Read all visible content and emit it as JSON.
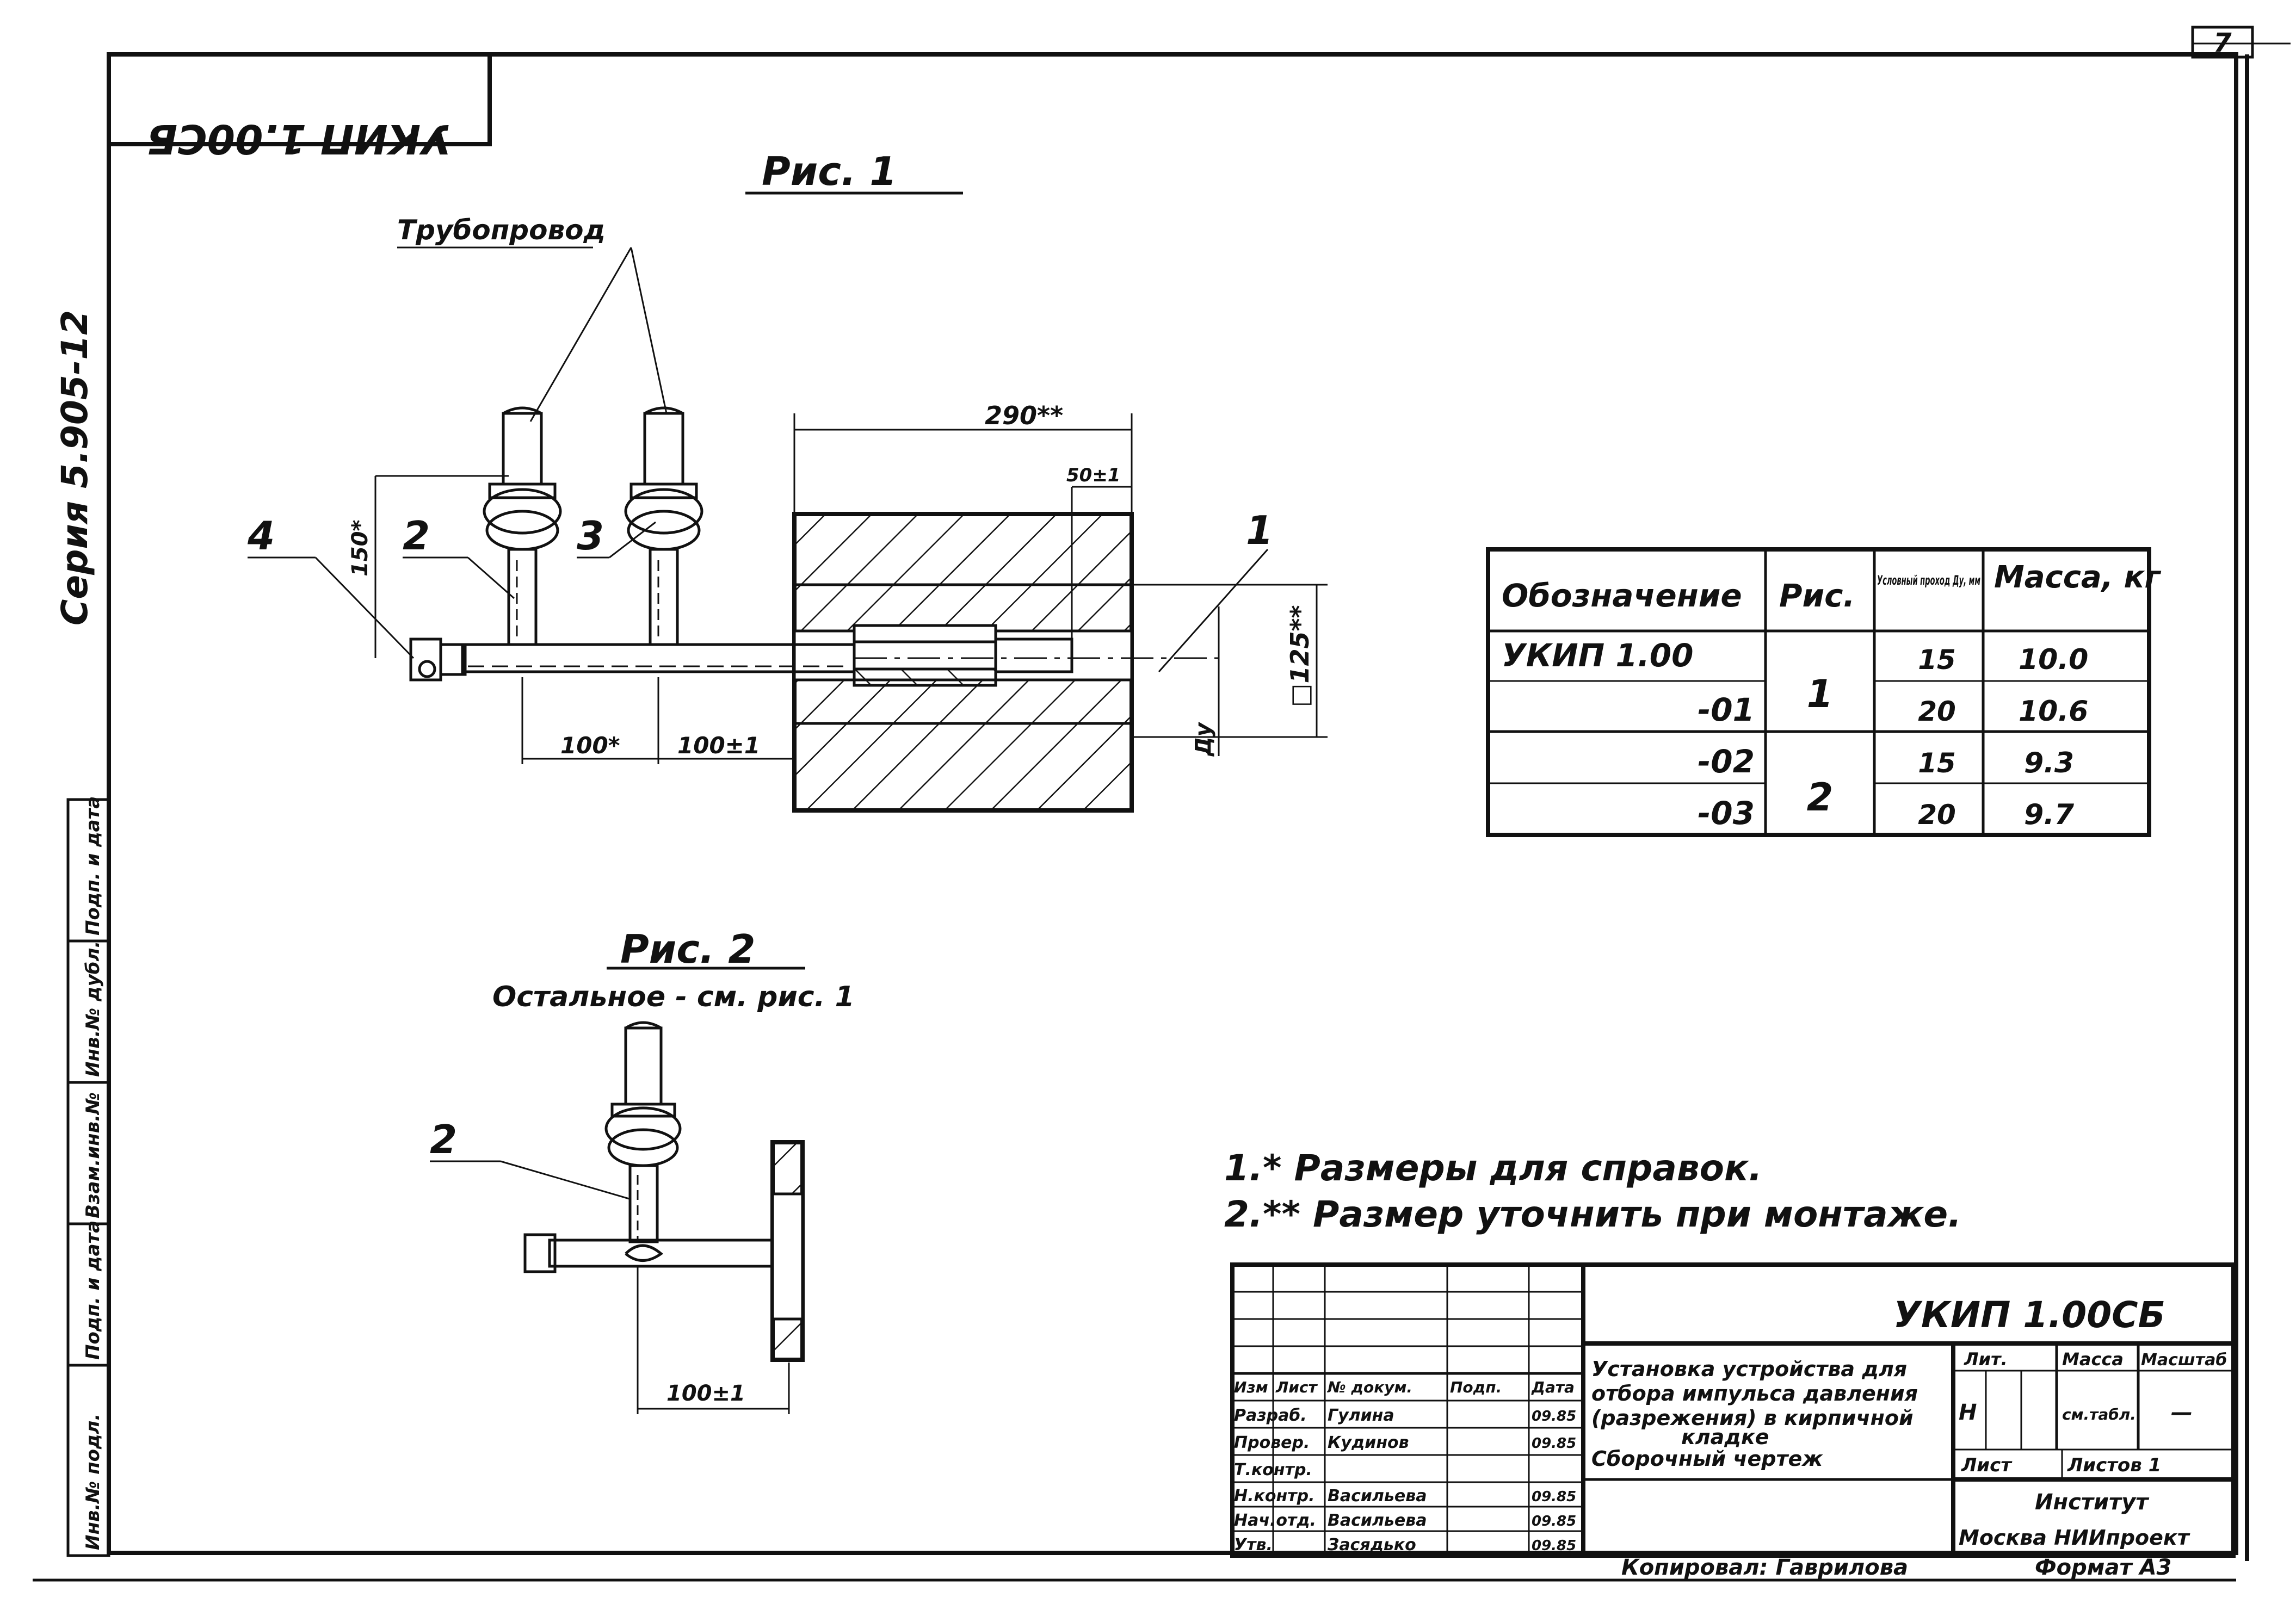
{
  "sheet": {
    "sheet_number": "7",
    "top_code_mirrored": "УКИП 1.00СБ",
    "series": "Серия 5.905-12",
    "copied_by": "Копировал: Гаврилова",
    "format": "Формат А3"
  },
  "left_strip": {
    "cells": [
      "Инв.№ подл.",
      "Подп. и дата",
      "Взам.инв.№",
      "Инв.№ дубл.",
      "Подп. и дата"
    ]
  },
  "fig1": {
    "title": "Рис. 1",
    "pipeline_label": "Трубопровод",
    "callouts": [
      "1",
      "2",
      "3",
      "4"
    ],
    "dims": {
      "wall": "290**",
      "depth50": "50±1",
      "height150": "150*",
      "square": "□125**",
      "dy": "Ду",
      "left100": "100*",
      "right100": "100±1"
    }
  },
  "fig2": {
    "title": "Рис. 2",
    "subtitle": "Остальное - см. рис. 1",
    "callout": "2",
    "dim100": "100±1"
  },
  "spec_table": {
    "headers": [
      "Обозначение",
      "Рис.",
      "Условный проход Ду, мм",
      "Масса, кг"
    ],
    "rows": [
      {
        "designation": "УКИП 1.00",
        "fig": "1",
        "du": "15",
        "mass": "10.0"
      },
      {
        "designation": "-01",
        "fig": "",
        "du": "20",
        "mass": "10.6"
      },
      {
        "designation": "-02",
        "fig": "2",
        "du": "15",
        "mass": "9.3"
      },
      {
        "designation": "-03",
        "fig": "",
        "du": "20",
        "mass": "9.7"
      }
    ]
  },
  "notes": [
    "1.* Размеры для справок.",
    "2.** Размер уточнить при монтаже."
  ],
  "title_block": {
    "code": "УКИП 1.00СБ",
    "title_lines": [
      "Установка устройства для",
      "отбора импульса давления",
      "(разрежения) в кирпичной",
      "кладке",
      "Сборочный чертеж"
    ],
    "col_headers": [
      "Изм",
      "Лист",
      "№ докум.",
      "Подп.",
      "Дата"
    ],
    "roles": [
      {
        "role": "Разраб.",
        "name": "Гулина",
        "date": "09.85"
      },
      {
        "role": "Провер.",
        "name": "Кудинов",
        "date": "09.85"
      },
      {
        "role": "Т.контр.",
        "name": "",
        "date": ""
      },
      {
        "role": "Н.контр.",
        "name": "Васильева",
        "date": "09.85"
      },
      {
        "role": "Нач.отд.",
        "name": "Васильева",
        "date": "09.85"
      },
      {
        "role": "Утв.",
        "name": "Засядько",
        "date": "09.85"
      }
    ],
    "lit_header": "Лит.",
    "mass_header": "Масса",
    "scale_header": "Масштаб",
    "lit_value": "Н",
    "mass_value": "см.табл.",
    "scale_value": "—",
    "sheet_label": "Лист",
    "sheets_label": "Листов 1",
    "org_line1": "Институт",
    "org_line2": "Москва НИИпроект"
  }
}
